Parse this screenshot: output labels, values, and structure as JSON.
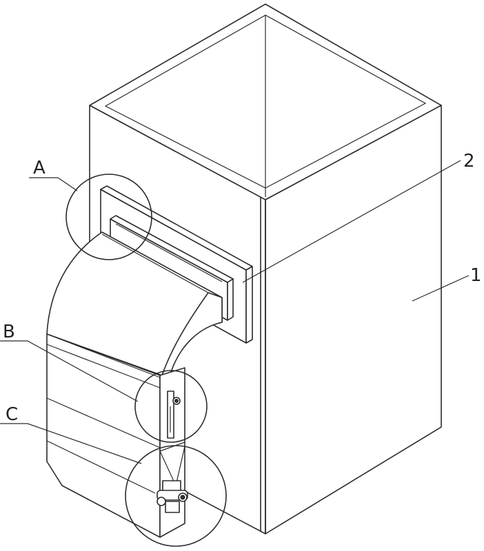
{
  "labels": {
    "part_1": "1",
    "part_2": "2",
    "detail_a": "A",
    "detail_b": "B",
    "detail_c": "C"
  }
}
